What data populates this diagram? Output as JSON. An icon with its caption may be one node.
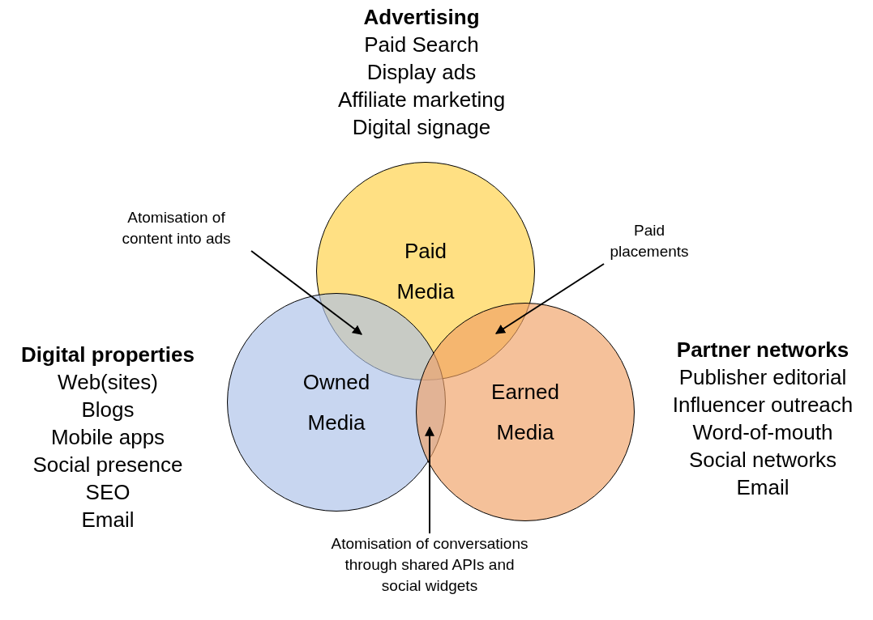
{
  "diagram": {
    "nodes": [
      {
        "text": [
          "Paid Media"
        ]
      },
      {
        "text": [
          "Owned Media"
        ]
      },
      {
        "text": [
          "Earned Media"
        ]
      },
      {
        "text": [
          "Atomisation of content into ads"
        ]
      },
      {
        "text": [
          "Paid placements"
        ]
      },
      {
        "text": [
          "Atomisation of conversations through shared APIs and social widgets"
        ]
      }
    ],
    "edges": [
      {
        "from": 3,
        "to": 0,
        "arrow": "to"
      },
      {
        "from": 4,
        "to": 2,
        "arrow": "to"
      },
      {
        "from": 5,
        "to": 1,
        "arrow": "to"
      }
    ],
    "labels": [
      "Advertising",
      "Paid Search",
      "Display ads",
      "Affiliate marketing",
      "Digital signage",
      "Digital properties",
      "Web(sites)",
      "Blogs",
      "Mobile apps",
      "Social presence",
      "SEO",
      "Email",
      "Partner networks",
      "Publisher editorial",
      "Influencer outreach",
      "Word-of-mouth",
      "Social networks",
      "Email"
    ]
  }
}
